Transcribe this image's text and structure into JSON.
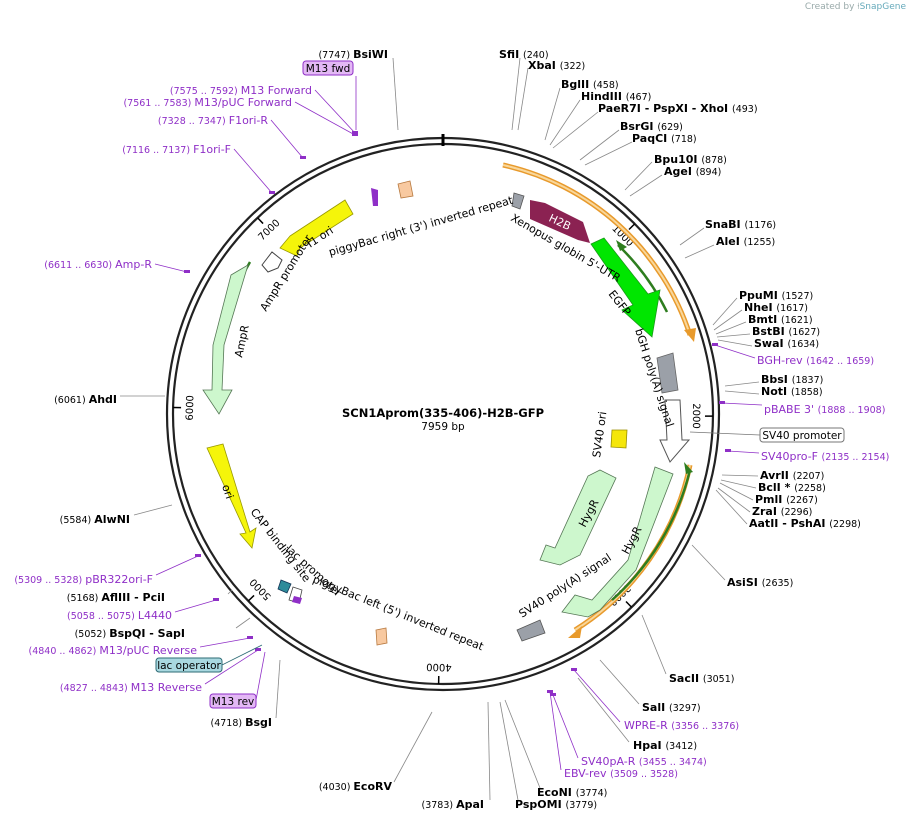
{
  "credit": {
    "prefix": "Created by",
    "brand": "SnapGene"
  },
  "plasmid": {
    "name": "SCN1Aprom(335-406)-H2B-GFP",
    "size_label": "7959 bp",
    "length": 7959
  },
  "ticks": [
    {
      "bp": 1000,
      "label": "1000"
    },
    {
      "bp": 2000,
      "label": "2000"
    },
    {
      "bp": 3000,
      "label": "3000"
    },
    {
      "bp": 4000,
      "label": "4000"
    },
    {
      "bp": 5000,
      "label": "5000"
    },
    {
      "bp": 6000,
      "label": "6000"
    },
    {
      "bp": 7000,
      "label": "7000"
    }
  ],
  "enzymes": [
    {
      "name": "BsiWI",
      "pos": "(7747)"
    },
    {
      "name": "SfiI",
      "pos": "(240)"
    },
    {
      "name": "XbaI",
      "pos": "(322)"
    },
    {
      "name": "BglII",
      "pos": "(458)"
    },
    {
      "name": "HindIII",
      "pos": "(467)"
    },
    {
      "name": "PaeR7I - PspXI - XhoI",
      "pos": "(493)"
    },
    {
      "name": "BsrGI",
      "pos": "(629)"
    },
    {
      "name": "PaqCI",
      "pos": "(718)"
    },
    {
      "name": "Bpu10I",
      "pos": "(878)"
    },
    {
      "name": "AgeI",
      "pos": "(894)"
    },
    {
      "name": "SnaBI",
      "pos": "(1176)"
    },
    {
      "name": "AleI",
      "pos": "(1255)"
    },
    {
      "name": "PpuMI",
      "pos": "(1527)"
    },
    {
      "name": "NheI",
      "pos": "(1617)"
    },
    {
      "name": "BmtI",
      "pos": "(1621)"
    },
    {
      "name": "BstBI",
      "pos": "(1627)"
    },
    {
      "name": "SwaI",
      "pos": "(1634)"
    },
    {
      "name": "BbsI",
      "pos": "(1837)"
    },
    {
      "name": "NotI",
      "pos": "(1858)"
    },
    {
      "name": "AvrII",
      "pos": "(2207)"
    },
    {
      "name": "BclI *",
      "pos": "(2258)"
    },
    {
      "name": "PmlI",
      "pos": "(2267)"
    },
    {
      "name": "ZraI",
      "pos": "(2296)"
    },
    {
      "name": "AatII - PshAI",
      "pos": "(2298)"
    },
    {
      "name": "AsiSI",
      "pos": "(2635)"
    },
    {
      "name": "SacII",
      "pos": "(3051)"
    },
    {
      "name": "SalI",
      "pos": "(3297)"
    },
    {
      "name": "HpaI",
      "pos": "(3412)"
    },
    {
      "name": "EcoNI",
      "pos": "(3774)"
    },
    {
      "name": "PspOMI",
      "pos": "(3779)"
    },
    {
      "name": "ApaI",
      "pos": "(3783)"
    },
    {
      "name": "EcoRV",
      "pos": "(4030)"
    },
    {
      "name": "BsgI",
      "pos": "(4718)"
    },
    {
      "name": "BspQI - SapI",
      "pos": "(5052)"
    },
    {
      "name": "AflIII - PciI",
      "pos": "(5168)"
    },
    {
      "name": "AlwNI",
      "pos": "(5584)"
    },
    {
      "name": "AhdI",
      "pos": "(6061)"
    }
  ],
  "primers": [
    {
      "name": "M13 Forward",
      "range": "(7575 .. 7592)"
    },
    {
      "name": "M13/pUC Forward",
      "range": "(7561 .. 7583)"
    },
    {
      "name": "F1ori-R",
      "range": "(7328 .. 7347)"
    },
    {
      "name": "F1ori-F",
      "range": "(7116 .. 7137)"
    },
    {
      "name": "Amp-R",
      "range": "(6611 .. 6630)"
    },
    {
      "name": "BGH-rev",
      "range": "(1642 .. 1659)"
    },
    {
      "name": "pBABE 3'",
      "range": "(1888 .. 1908)"
    },
    {
      "name": "SV40pro-F",
      "range": "(2135 .. 2154)"
    },
    {
      "name": "WPRE-R",
      "range": "(3356 .. 3376)"
    },
    {
      "name": "SV40pA-R",
      "range": "(3455 .. 3474)"
    },
    {
      "name": "EBV-rev",
      "range": "(3509 .. 3528)"
    },
    {
      "name": "pBR322ori-F",
      "range": "(5309 .. 5328)"
    },
    {
      "name": "L4440",
      "range": "(5058 .. 5075)"
    },
    {
      "name": "M13/pUC Reverse",
      "range": "(4840 .. 4862)"
    },
    {
      "name": "M13 Reverse",
      "range": "(4827 .. 4843)"
    }
  ],
  "boxed_labels": {
    "m13_fwd": "M13 fwd",
    "sv40_promoter": "SV40 promoter",
    "lac_operator": "lac operator",
    "m13_rev": "M13 rev"
  },
  "features": [
    {
      "name": "H2B",
      "color": "#8b2252"
    },
    {
      "name": "EGFP",
      "color": "#00e600"
    },
    {
      "name": "bGH poly(A) signal",
      "color": "#9ba0a8"
    },
    {
      "name": "SV40 promoter",
      "color": "#ffffff"
    },
    {
      "name": "SV40 ori",
      "color": "#f5e60a"
    },
    {
      "name": "HygR",
      "color": "#cdf7cd"
    },
    {
      "name": "SV40 poly(A) signal",
      "color": "#9ba0a8"
    },
    {
      "name": "piggyBac left (5') inverted repeat",
      "color": "#f8c9a0"
    },
    {
      "name": "lac promoter",
      "color": "#ffffff"
    },
    {
      "name": "CAP binding site",
      "color": "#2e8b9a"
    },
    {
      "name": "ori",
      "color": "#f5f50a"
    },
    {
      "name": "AmpR",
      "color": "#cdf7cd"
    },
    {
      "name": "AmpR promoter",
      "color": "#ffffff"
    },
    {
      "name": "f1 ori",
      "color": "#f5f50a"
    },
    {
      "name": "piggyBac right (3') inverted repeat",
      "color": "#f8c9a0"
    },
    {
      "name": "Xenopus globin 5'-UTR",
      "color": "#9ba0a8"
    }
  ],
  "colors": {
    "backbone": "#222222",
    "primer": "#8f2fc7",
    "orf_arc": "#e89a2c",
    "orf_arc_fill": "#f9d79a",
    "orf_line": "#2e7d1f"
  }
}
